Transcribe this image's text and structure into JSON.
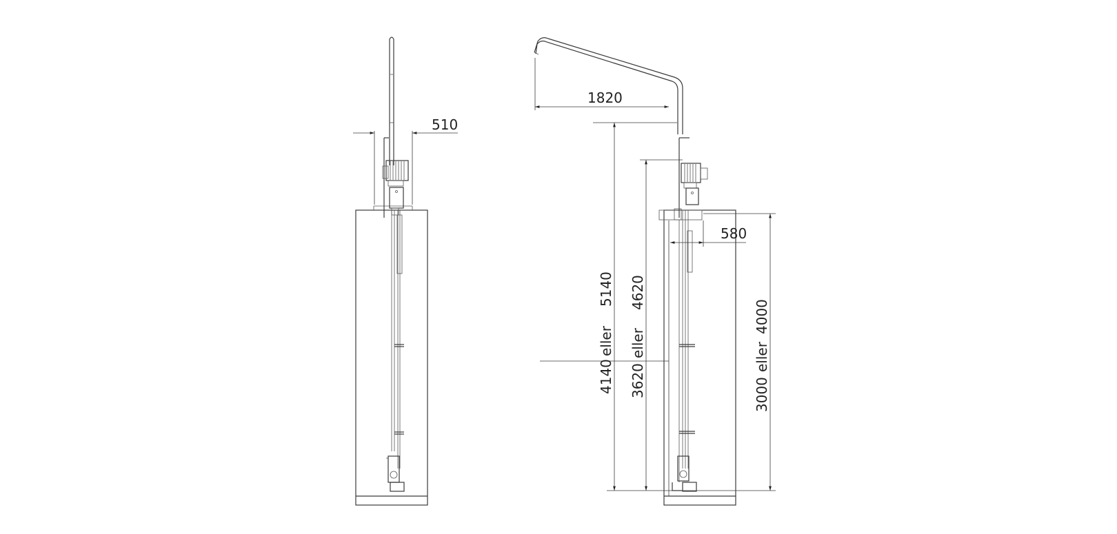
{
  "dimensions": {
    "front_width": "510",
    "side_reach": "1820",
    "side_width": "580",
    "total_height_a": "5140",
    "alt_word_a": "eller",
    "total_height_b": "4140",
    "mid_height_a": "4620",
    "alt_word_b": "eller",
    "mid_height_b": "3620",
    "tank_height_a": "3000",
    "alt_word_c": "eller",
    "tank_height_b": "4000"
  }
}
